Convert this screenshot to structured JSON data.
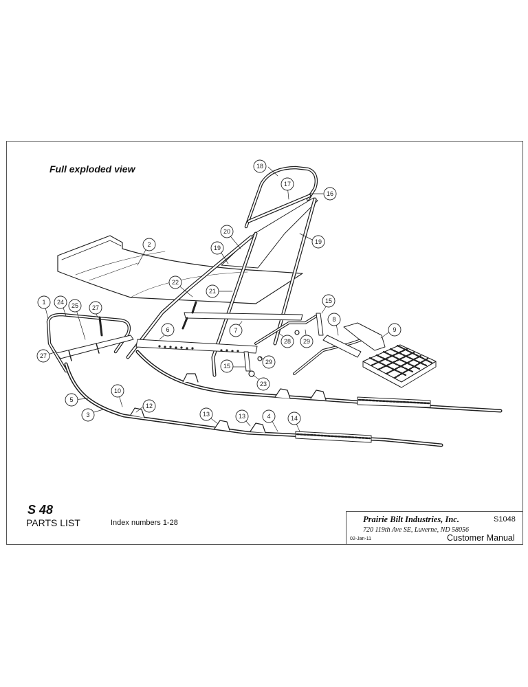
{
  "header": {
    "view_title": "Full exploded view"
  },
  "footer": {
    "model": "S 48",
    "parts_list": "PARTS LIST",
    "index_range": "Index numbers 1-28"
  },
  "titleblock": {
    "company": "Prairie Bilt Industries, Inc.",
    "doc_number": "S1048",
    "address": "720 119th Ave SE, Luverne, ND 58056",
    "date": "02-Jan-11",
    "manual": "Customer Manual"
  },
  "callouts": [
    "1",
    "24",
    "25",
    "27",
    "27",
    "2",
    "22",
    "21",
    "20",
    "19",
    "19",
    "18",
    "17",
    "16",
    "6",
    "7",
    "15",
    "8",
    "9",
    "28",
    "29",
    "29",
    "15",
    "23",
    "5",
    "3",
    "10",
    "12",
    "13",
    "13",
    "4",
    "14"
  ]
}
